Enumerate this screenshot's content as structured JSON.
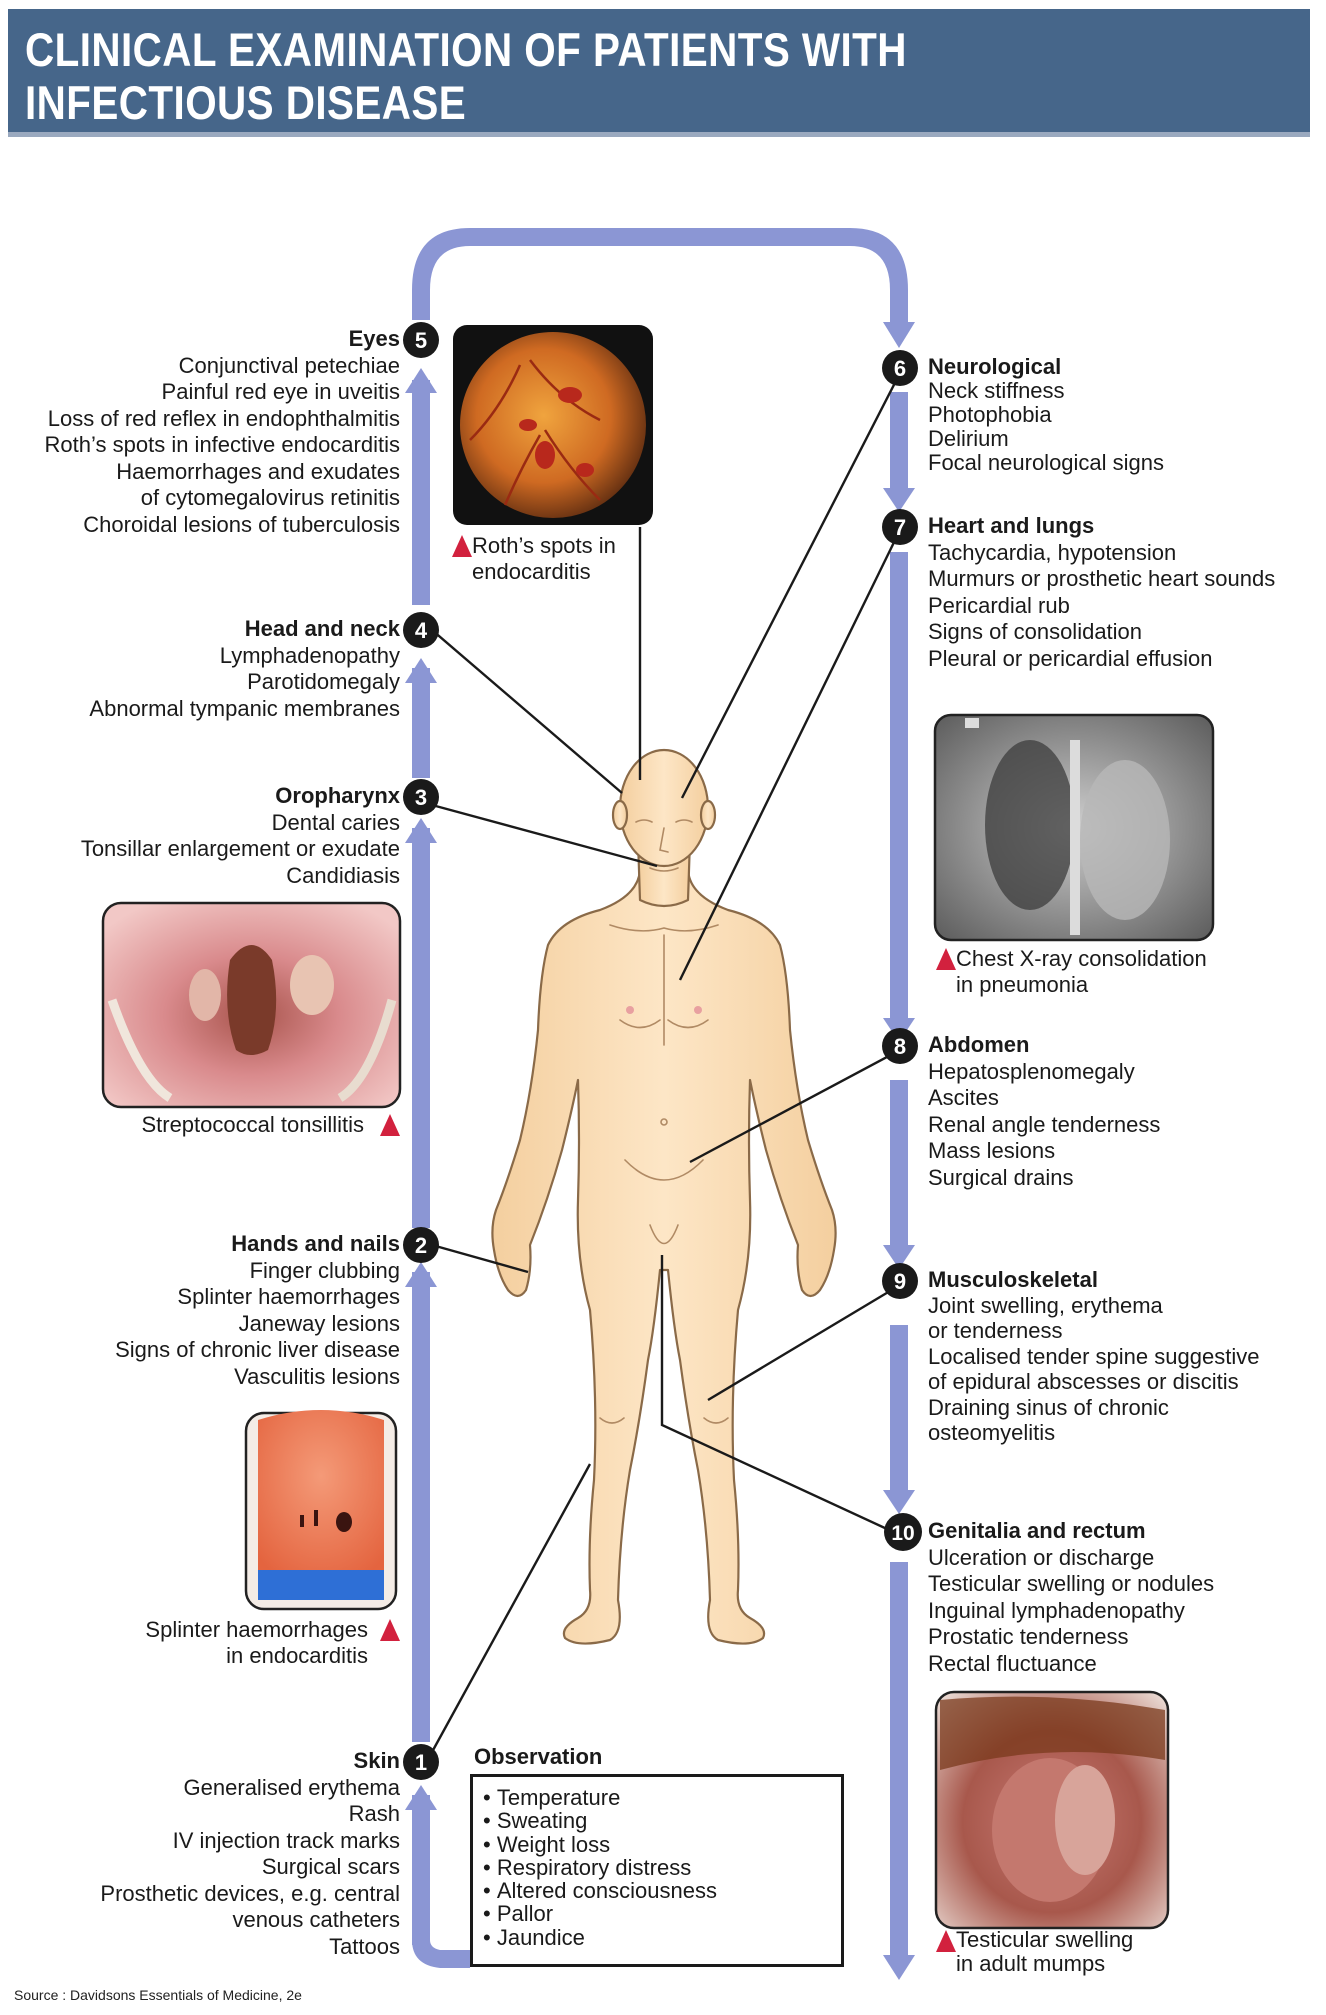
{
  "header": {
    "title": "CLINICAL EXAMINATION OF PATIENTS WITH\nINFECTIOUS DISEASE"
  },
  "colors": {
    "header_bg": "#46668a",
    "flow_arrow": "#8b96d4",
    "marker": "#1a1a1a",
    "caption_triangle": "#d2213e"
  },
  "sections": {
    "eyes": {
      "number": "5",
      "title": "Eyes",
      "items": [
        "Conjunctival petechiae",
        "Painful red eye in uveitis",
        "Loss of red reflex in endophthalmitis",
        "Roth’s spots in infective endocarditis",
        "Haemorrhages and exudates",
        "of cytomegalovirus retinitis",
        "Choroidal lesions of tuberculosis"
      ]
    },
    "head_neck": {
      "number": "4",
      "title": "Head and neck",
      "items": [
        "Lymphadenopathy",
        "Parotidomegaly",
        "Abnormal tympanic membranes"
      ]
    },
    "oropharynx": {
      "number": "3",
      "title": "Oropharynx",
      "items": [
        "Dental caries",
        "Tonsillar enlargement or exudate",
        "Candidiasis"
      ]
    },
    "hands_nails": {
      "number": "2",
      "title": "Hands and nails",
      "items": [
        "Finger clubbing",
        "Splinter haemorrhages",
        "Janeway lesions",
        "Signs of chronic liver disease",
        "Vasculitis lesions"
      ]
    },
    "skin": {
      "number": "1",
      "title": "Skin",
      "items": [
        "Generalised erythema",
        "Rash",
        "IV injection track marks",
        "Surgical scars",
        "Prosthetic devices, e.g. central",
        "venous catheters",
        "Tattoos"
      ]
    },
    "neurological": {
      "number": "6",
      "title": "Neurological",
      "items": [
        "Neck stiffness",
        "Photophobia",
        "Delirium",
        "Focal neurological signs"
      ]
    },
    "heart_lungs": {
      "number": "7",
      "title": "Heart and lungs",
      "items": [
        "Tachycardia, hypotension",
        "Murmurs or prosthetic heart sounds",
        "Pericardial rub",
        "Signs of consolidation",
        "Pleural or pericardial effusion"
      ]
    },
    "abdomen": {
      "number": "8",
      "title": "Abdomen",
      "items": [
        "Hepatosplenomegaly",
        "Ascites",
        "Renal angle tenderness",
        "Mass lesions",
        "Surgical drains"
      ]
    },
    "musculoskeletal": {
      "number": "9",
      "title": "Musculoskeletal",
      "items": [
        "Joint swelling, erythema",
        "or tenderness",
        "Localised tender spine suggestive",
        "of epidural abscesses or discitis",
        "Draining sinus of chronic",
        "osteomyelitis"
      ]
    },
    "genitalia": {
      "number": "10",
      "title": "Genitalia and rectum",
      "items": [
        "Ulceration or discharge",
        "Testicular swelling or nodules",
        "Inguinal lymphadenopathy",
        "Prostatic tenderness",
        "Rectal fluctuance"
      ]
    }
  },
  "captions": {
    "roth": [
      "Roth’s spots in",
      "endocarditis"
    ],
    "tonsil": [
      "Streptococcal tonsillitis"
    ],
    "splinter": [
      "Splinter haemorrhages",
      "in endocarditis"
    ],
    "xray": [
      "Chest X-ray consolidation",
      "in pneumonia"
    ],
    "mumps": [
      "Testicular swelling",
      "in adult mumps"
    ]
  },
  "observation": {
    "title": "Observation",
    "items": [
      "Temperature",
      "Sweating",
      "Weight loss",
      "Respiratory distress",
      "Altered consciousness",
      "Pallor",
      "Jaundice"
    ]
  },
  "source": "Source : Davidsons Essentials of Medicine, 2e"
}
